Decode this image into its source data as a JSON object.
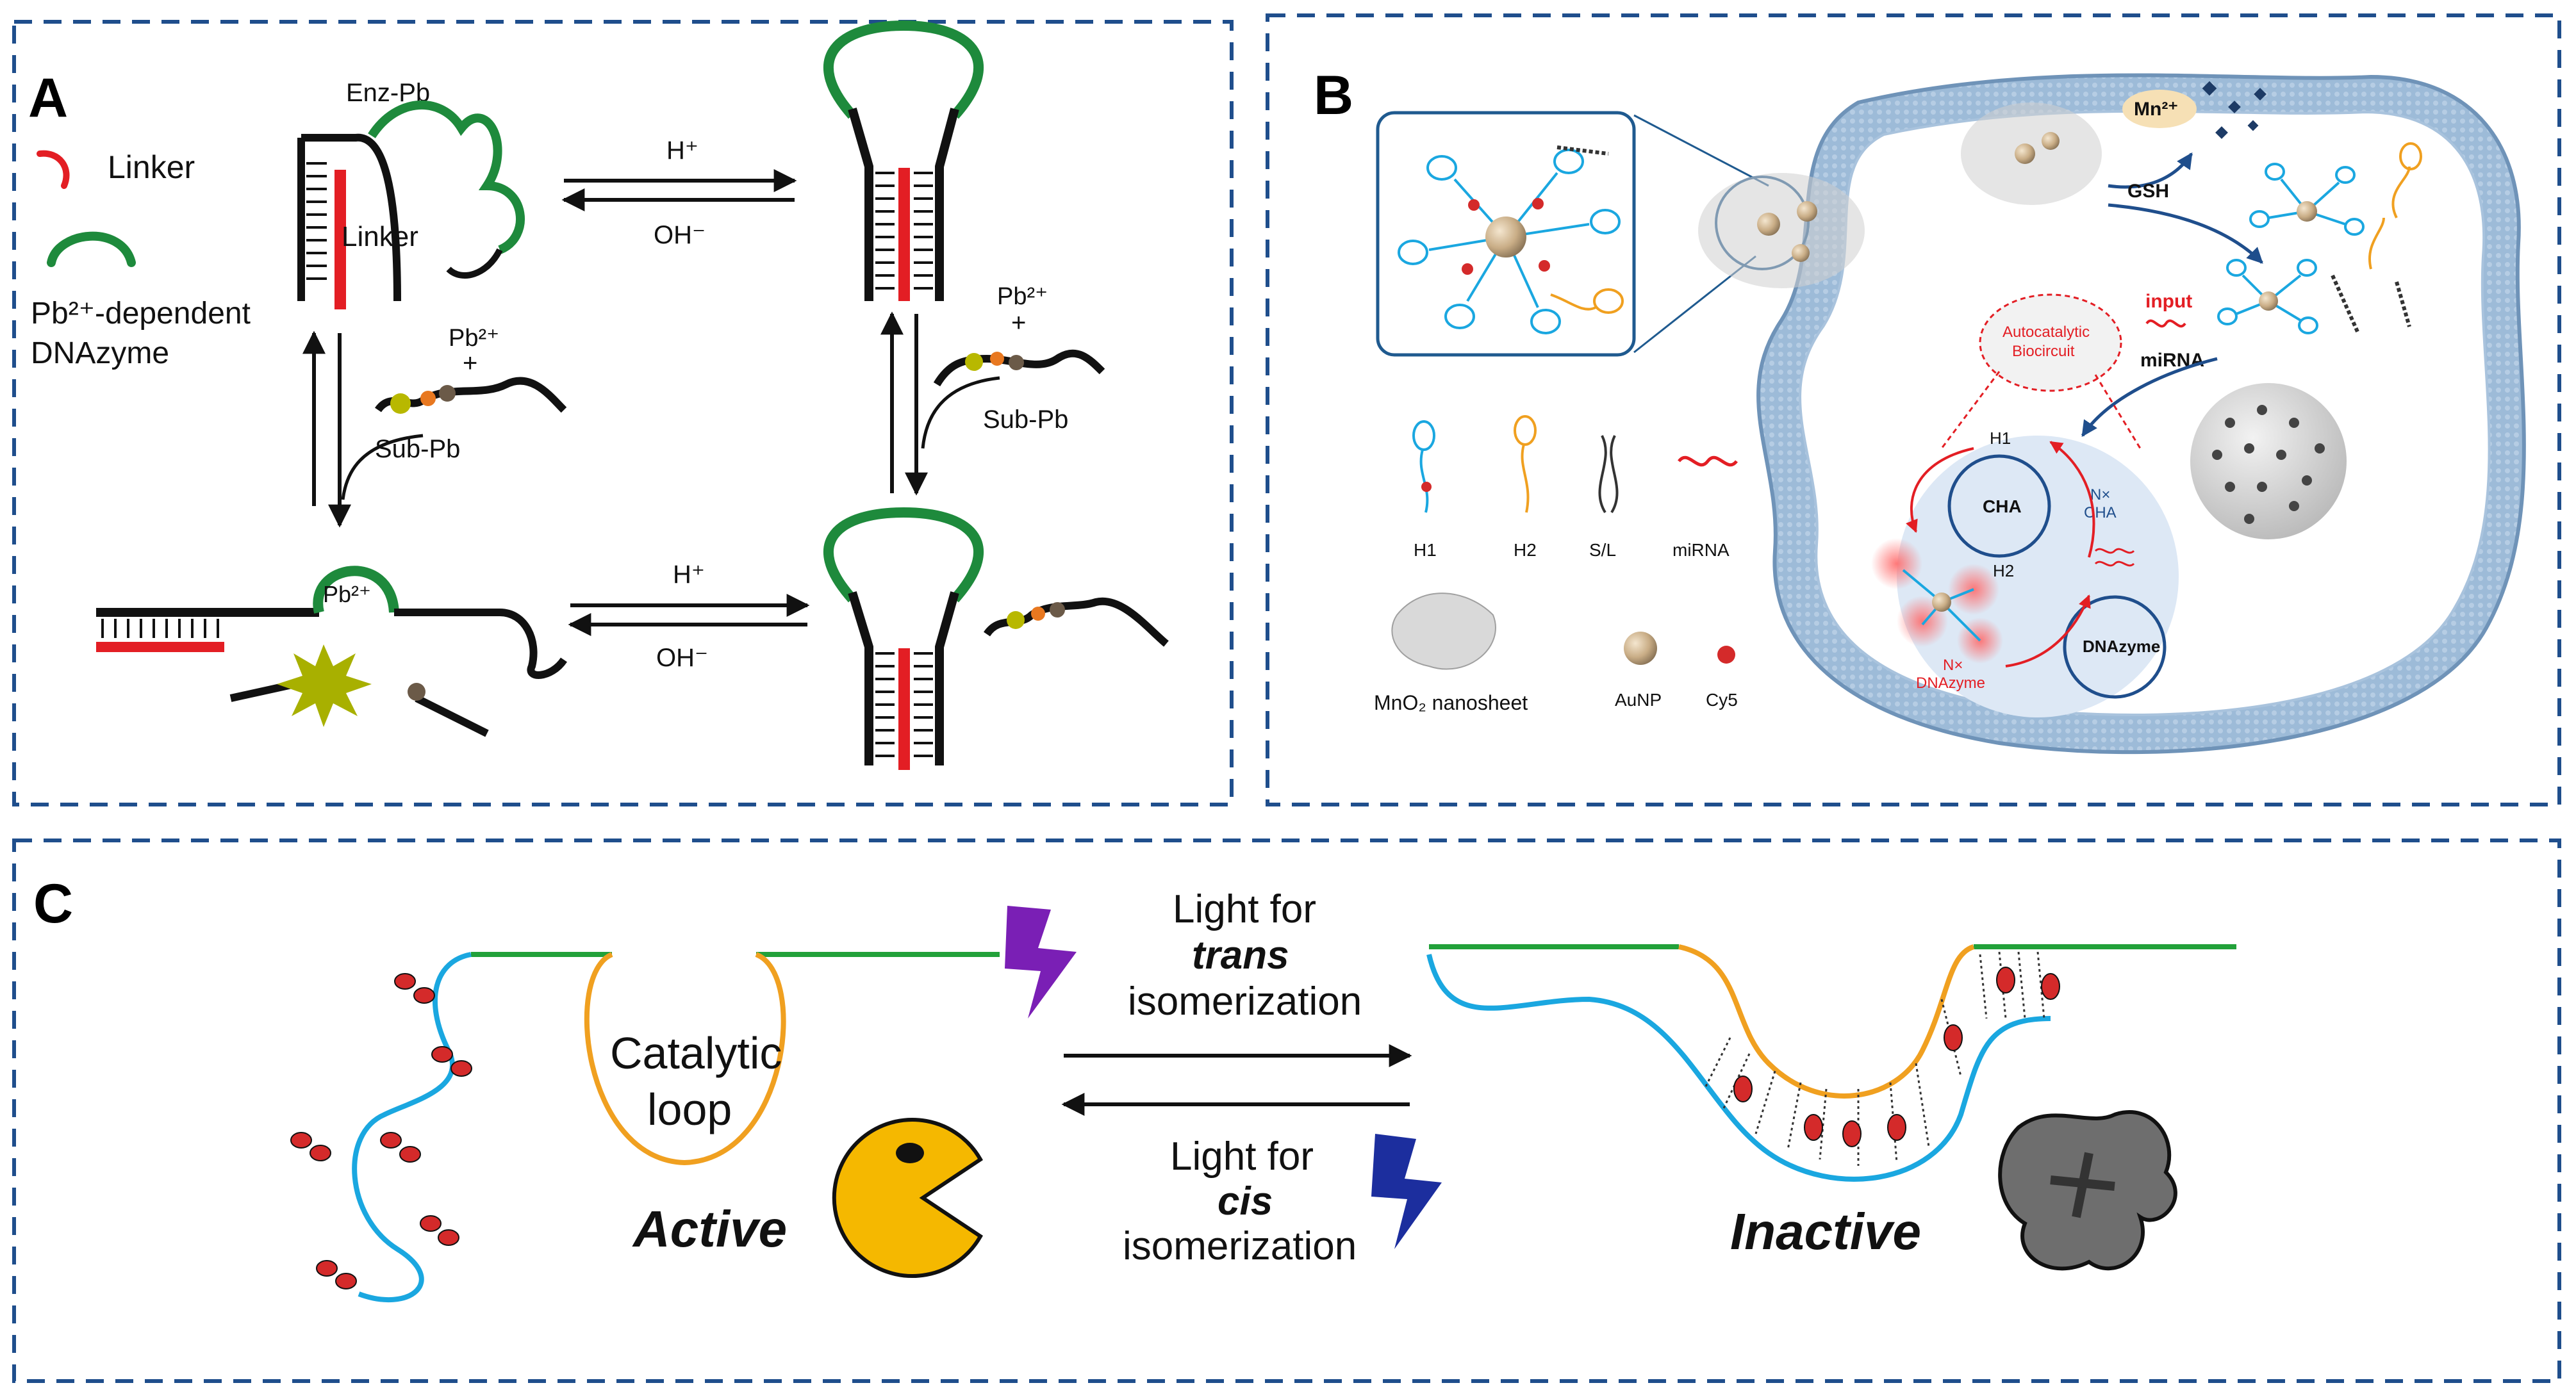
{
  "panels": {
    "a": {
      "letter": "A",
      "legend_linker": "Linker",
      "legend_dnazyme": "Pb²⁺-dependent DNAzyme",
      "enz_pb": "Enz-Pb",
      "linker_inline": "Linker",
      "h_plus": "H⁺",
      "oh_minus": "OH⁻",
      "pb2_plus": "Pb²⁺",
      "plus": "+",
      "sub_pb": "Sub-Pb",
      "pb_in_loop": "Pb²⁺"
    },
    "b": {
      "letter": "B",
      "mn2_plus": "Mn²⁺",
      "gsh": "GSH",
      "input": "input",
      "mirna_arrow": "miRNA",
      "autocatalytic": "Autocatalytic Biocircuit",
      "h1": "H1",
      "h2": "H2",
      "cha": "CHA",
      "nx_cha": "N× CHA",
      "nx_dnazyme": "N× DNAzyme",
      "dnazyme": "DNAzyme",
      "legend_h1": "H1",
      "legend_h2": "H2",
      "legend_sl": "S/L",
      "legend_mirna": "miRNA",
      "legend_mno2": "MnO₂ nanosheet",
      "legend_aunp": "AuNP",
      "legend_cy5": "Cy5"
    },
    "c": {
      "letter": "C",
      "catalytic_loop_1": "Catalytic",
      "catalytic_loop_2": "loop",
      "light_trans_1": "Light for",
      "light_trans_2": "trans",
      "light_trans_3": "isomerization",
      "light_cis_1": "Light for",
      "light_cis_2": "cis",
      "light_cis_3": "isomerization",
      "active": "Active",
      "inactive": "Inactive"
    }
  },
  "colors": {
    "frame_dash": "#1f4e8c",
    "linker_red": "#e31e24",
    "dnazyme_green": "#1e8a3c",
    "strand_black": "#111111",
    "cyan_strand": "#1aa7e0",
    "orange_loop": "#f0a020",
    "green_arm": "#22a13a",
    "azo_red": "#d42a2a",
    "pacman_yellow": "#f5b800",
    "bolt_purple": "#7a1fb5",
    "bolt_blue": "#1c2e9e",
    "cell_blue": "#8fb1d3",
    "fluor_yellow": "#b8b800"
  }
}
